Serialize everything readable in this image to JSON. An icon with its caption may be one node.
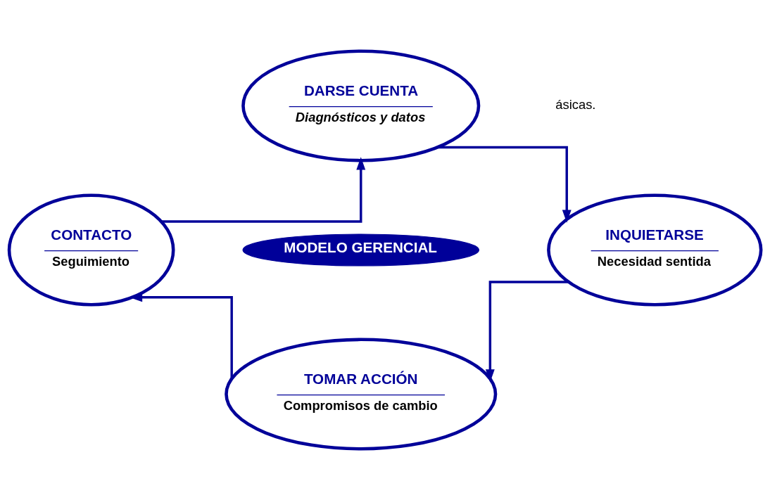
{
  "diagram": {
    "nodes": [
      {
        "text": [
          "DARSE CUENTA",
          "Diagnósticos y datos"
        ]
      },
      {
        "text": [
          "CONTACTO",
          "Seguimiento"
        ]
      },
      {
        "text": [
          "MODELO GERENCIAL"
        ]
      },
      {
        "text": [
          "INQUIETARSE",
          "Necesidad sentida"
        ]
      },
      {
        "text": [
          "TOMAR ACCIÓN",
          "Compromisos de cambio"
        ]
      }
    ],
    "edges": [
      {
        "from": 0,
        "to": 3,
        "arrow": "to"
      },
      {
        "from": 3,
        "to": 4,
        "arrow": "to"
      },
      {
        "from": 4,
        "to": 1,
        "arrow": "to"
      },
      {
        "from": 1,
        "to": 0,
        "arrow": "to"
      }
    ],
    "labels": [
      "ásicas."
    ]
  }
}
